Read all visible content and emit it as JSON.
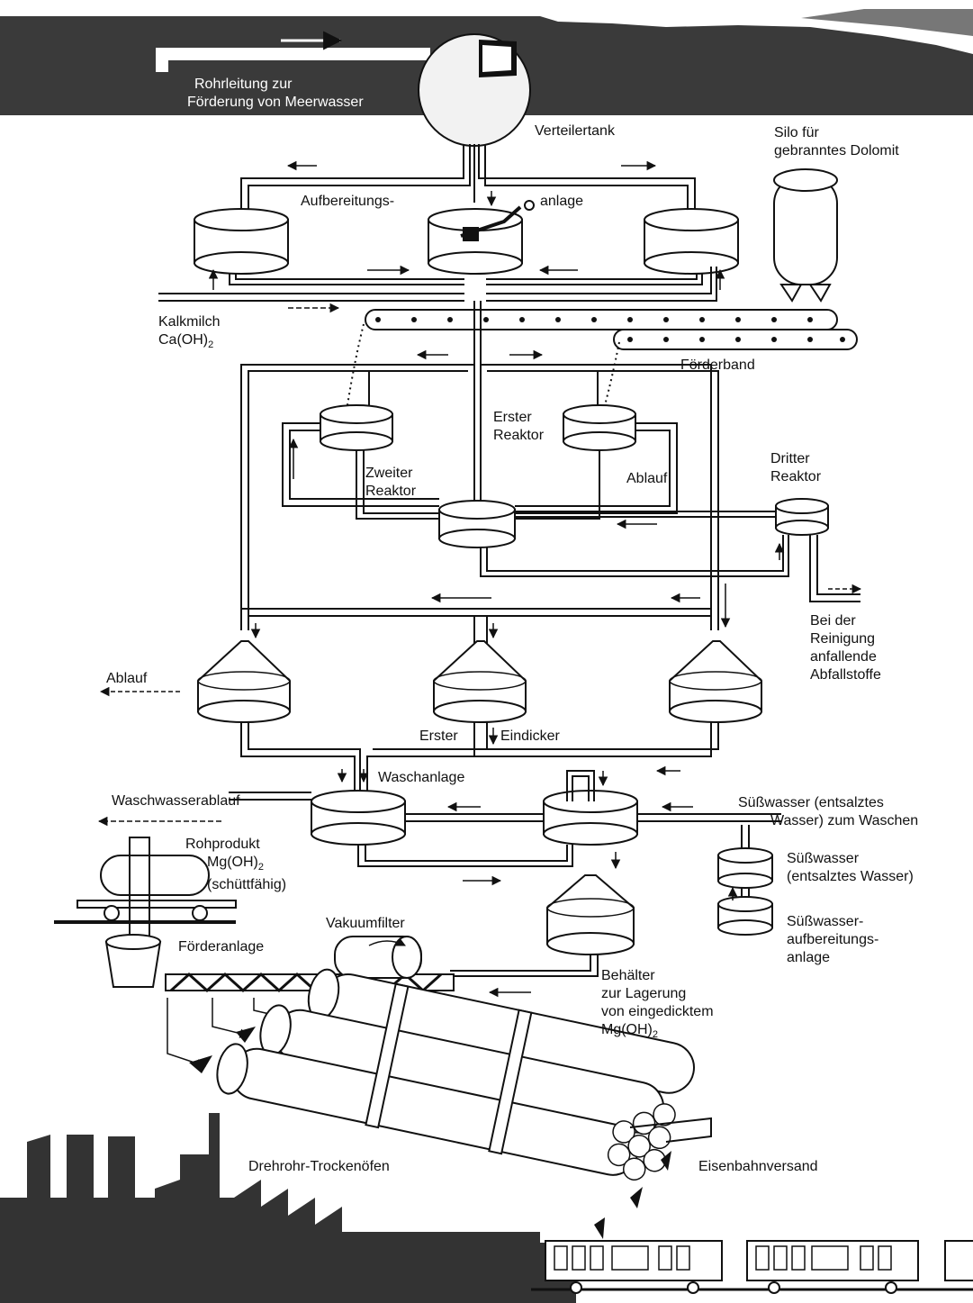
{
  "labels": {
    "pipeline": [
      "Rohrleitung zur",
      "Förderung von Meerwasser"
    ],
    "distribution_tank": "Verteilertank",
    "silo": [
      "Silo für",
      "gebranntes Dolomit"
    ],
    "treatment_left": "Aufbereitungs-",
    "treatment_right": "anlage",
    "lime_milk": [
      "Kalkmilch",
      "Ca(OH)",
      "2"
    ],
    "conveyor_belt": "Förderband",
    "first_reactor": [
      "Erster",
      "Reaktor"
    ],
    "second_reactor": [
      "Zweiter",
      "Reaktor"
    ],
    "third_reactor": [
      "Dritter",
      "Reaktor"
    ],
    "outflow_mid": "Ablauf",
    "waste": [
      "Bei der",
      "Reinigung",
      "anfallende",
      "Abfallstoffe"
    ],
    "outflow_left": "Ablauf",
    "thickener_left": "Erster",
    "thickener_right": "Eindicker",
    "washer": "Waschanlage",
    "wash_water_outflow": "Waschwasserablauf",
    "fresh_water_wash": [
      "Süßwasser (entsalztes",
      "Wasser) zum Waschen"
    ],
    "crude_product": [
      "Rohprodukt",
      "Mg(OH)",
      "2",
      "(schüttfähig)"
    ],
    "fresh_water": [
      "Süßwasser",
      "(entsalztes Wasser)"
    ],
    "fresh_water_plant": [
      "Süßwasser-",
      "aufbereitungs-",
      "anlage"
    ],
    "vacuum_filter": "Vakuumfilter",
    "conveyor_system": "Förderanlage",
    "storage_tank": [
      "Behälter",
      "zur Lagerung",
      "von eingedicktem",
      "Mg(OH)",
      "2"
    ],
    "rotary_kilns": "Drehrohr-Trockenöfen",
    "rail_shipping": "Eisenbahnversand"
  },
  "colors": {
    "sea": "#3a3a3a",
    "ink": "#111111",
    "paper": "#ffffff",
    "factory": "#333333"
  }
}
